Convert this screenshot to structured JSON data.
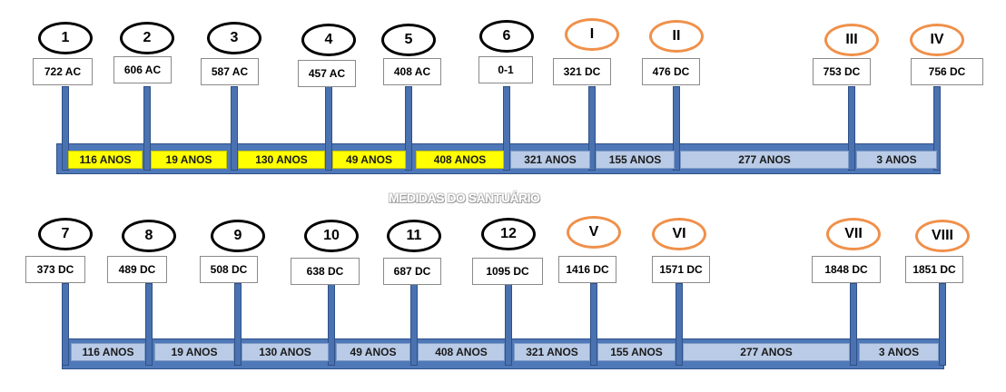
{
  "watermark": "MEDIDAS DO SANTUÁRIO",
  "colors": {
    "black_ring": "#000000",
    "orange_ring": "#f0904a",
    "pole": "#4a72b0",
    "segment_blue": "#b9cbe6",
    "segment_yellow": "#ffff00"
  },
  "timelines": [
    {
      "markers": [
        {
          "label": "1",
          "date": "722 AC",
          "style": "black"
        },
        {
          "label": "2",
          "date": "606 AC",
          "style": "black"
        },
        {
          "label": "3",
          "date": "587 AC",
          "style": "black"
        },
        {
          "label": "4",
          "date": "457 AC",
          "style": "black"
        },
        {
          "label": "5",
          "date": "408 AC",
          "style": "black"
        },
        {
          "label": "6",
          "date": "0-1",
          "style": "black"
        },
        {
          "label": "I",
          "date": "321 DC",
          "style": "orange"
        },
        {
          "label": "II",
          "date": "476 DC",
          "style": "orange"
        },
        {
          "label": "III",
          "date": "753 DC",
          "style": "orange"
        },
        {
          "label": "IV",
          "date": "756 DC",
          "style": "orange"
        }
      ],
      "segments": [
        {
          "label": "116 ANOS",
          "color": "yellow"
        },
        {
          "label": "19 ANOS",
          "color": "yellow"
        },
        {
          "label": "130 ANOS",
          "color": "yellow"
        },
        {
          "label": "49 ANOS",
          "color": "yellow"
        },
        {
          "label": "408 ANOS",
          "color": "yellow"
        },
        {
          "label": "321 ANOS",
          "color": "blue"
        },
        {
          "label": "155 ANOS",
          "color": "blue"
        },
        {
          "label": "277 ANOS",
          "color": "blue"
        },
        {
          "label": "3 ANOS",
          "color": "blue"
        }
      ]
    },
    {
      "markers": [
        {
          "label": "7",
          "date": "373 DC",
          "style": "black"
        },
        {
          "label": "8",
          "date": "489 DC",
          "style": "black"
        },
        {
          "label": "9",
          "date": "508 DC",
          "style": "black"
        },
        {
          "label": "10",
          "date": "638 DC",
          "style": "black"
        },
        {
          "label": "11",
          "date": "687 DC",
          "style": "black"
        },
        {
          "label": "12",
          "date": "1095 DC",
          "style": "black"
        },
        {
          "label": "V",
          "date": "1416 DC",
          "style": "orange"
        },
        {
          "label": "VI",
          "date": "1571 DC",
          "style": "orange"
        },
        {
          "label": "VII",
          "date": "1848 DC",
          "style": "orange"
        },
        {
          "label": "VIII",
          "date": "1851 DC",
          "style": "orange"
        }
      ],
      "segments": [
        {
          "label": "116 ANOS",
          "color": "blue"
        },
        {
          "label": "19 ANOS",
          "color": "blue"
        },
        {
          "label": "130 ANOS",
          "color": "blue"
        },
        {
          "label": "49 ANOS",
          "color": "blue"
        },
        {
          "label": "408 ANOS",
          "color": "blue"
        },
        {
          "label": "321 ANOS",
          "color": "blue"
        },
        {
          "label": "155 ANOS",
          "color": "blue"
        },
        {
          "label": "277 ANOS",
          "color": "blue"
        },
        {
          "label": "3 ANOS",
          "color": "blue"
        }
      ]
    }
  ]
}
